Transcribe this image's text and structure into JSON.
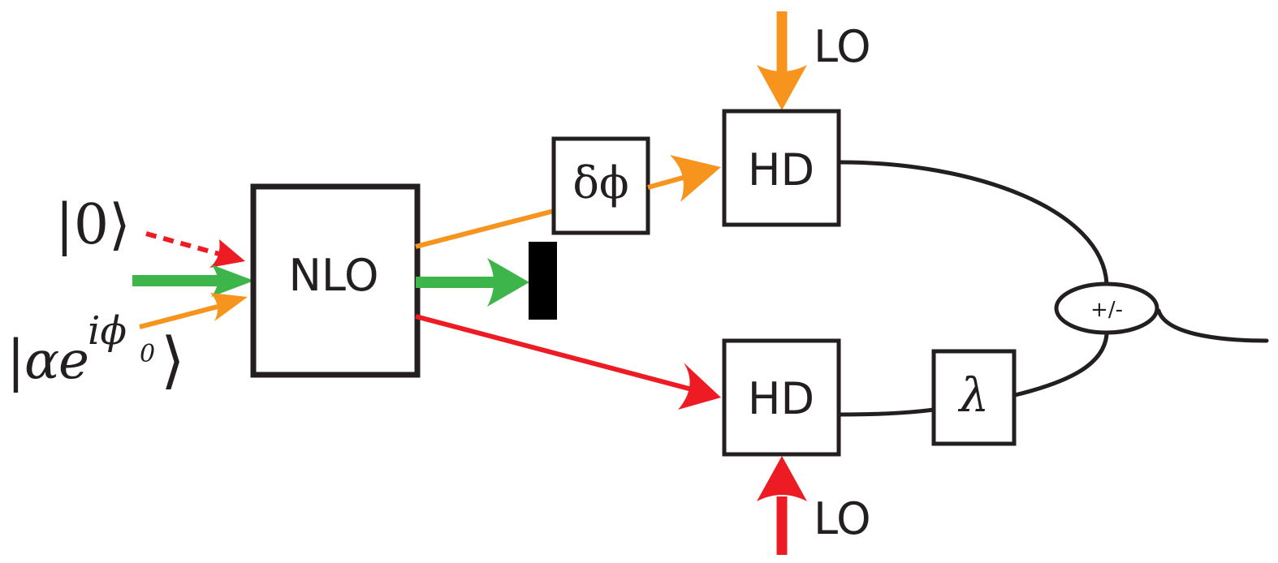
{
  "colors": {
    "green": "#3db54a",
    "orange": "#f7941e",
    "red": "#ed1c24",
    "black": "#231f20"
  },
  "inputs": {
    "vacuum_state": "|0⟩",
    "coherent_bra": "|",
    "coherent_alpha": "α",
    "coherent_e": "e",
    "coherent_exponent": "iϕ",
    "coherent_subscript": "0",
    "coherent_ket": "⟩"
  },
  "nlo": {
    "label": "NLO"
  },
  "phase_shifter": {
    "label": "δϕ"
  },
  "detectors": {
    "top_label": "HD",
    "bottom_label": "HD"
  },
  "local_oscillators": {
    "top_label": "LO",
    "bottom_label": "LO"
  },
  "gain": {
    "label": "λ"
  },
  "combiner": {
    "label": "+/-"
  },
  "icons": {
    "beam_block": "beam-block-icon",
    "arrowhead": "arrowhead-icon"
  }
}
